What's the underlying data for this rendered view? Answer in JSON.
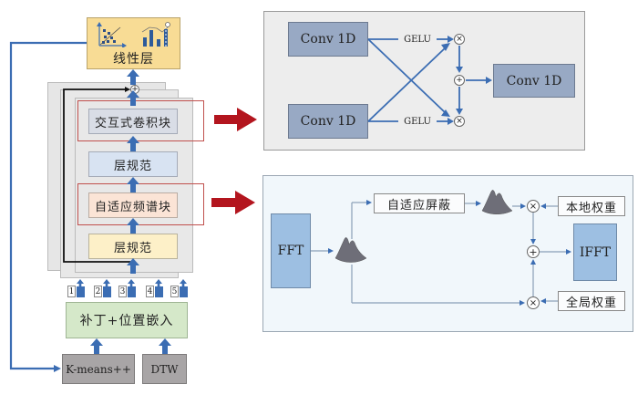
{
  "left": {
    "linear_layer": {
      "label": "线性层",
      "icons": [
        "scatter-plot-icon",
        "bar-chart-icon"
      ]
    },
    "stack": {
      "interactive_conv_block": "交互式卷积块",
      "layer_norm_top": "层规范",
      "adaptive_spectral_block": "自适应频谱块",
      "layer_norm_bottom": "层规范",
      "residual_add_symbol": "+"
    },
    "patch_labels": [
      "1",
      "2",
      "3",
      "4",
      "5"
    ],
    "patch_embedding": "补丁+位置嵌入",
    "kmeans": "K-means++",
    "dtw": "DTW"
  },
  "conv_panel": {
    "conv_top": "Conv  1D",
    "conv_bottom": "Conv  1D",
    "conv_out": "Conv  1D",
    "gelu_top": "GELU",
    "gelu_bottom": "GELU",
    "multiply_symbol": "×",
    "add_symbol": "+"
  },
  "spectral_panel": {
    "fft": "FFT",
    "adaptive_mask": "自适应屏蔽",
    "local_weight": "本地权重",
    "global_weight": "全局权重",
    "ifft": "IFFT",
    "multiply_symbol": "×",
    "add_symbol": "+"
  },
  "colors": {
    "arrow_blue": "#3b6db3",
    "highlight_red": "#c0504d",
    "callout_arrow": "#b3151e",
    "linear_fill": "#f8dc95",
    "norm_top_fill": "#d8e3f2",
    "spectral_fill": "#fbe4d6",
    "norm_bottom_fill": "#fdf0c8",
    "conv_block_fill": "#d9dde6",
    "embed_fill": "#d5e8c9",
    "cluster_fill": "#a8a5a6",
    "conv_fill": "#98a9c4",
    "fft_fill": "#9dbfe2",
    "panel_gray": "#ededed",
    "panel_blue": "#f1f7fb"
  }
}
